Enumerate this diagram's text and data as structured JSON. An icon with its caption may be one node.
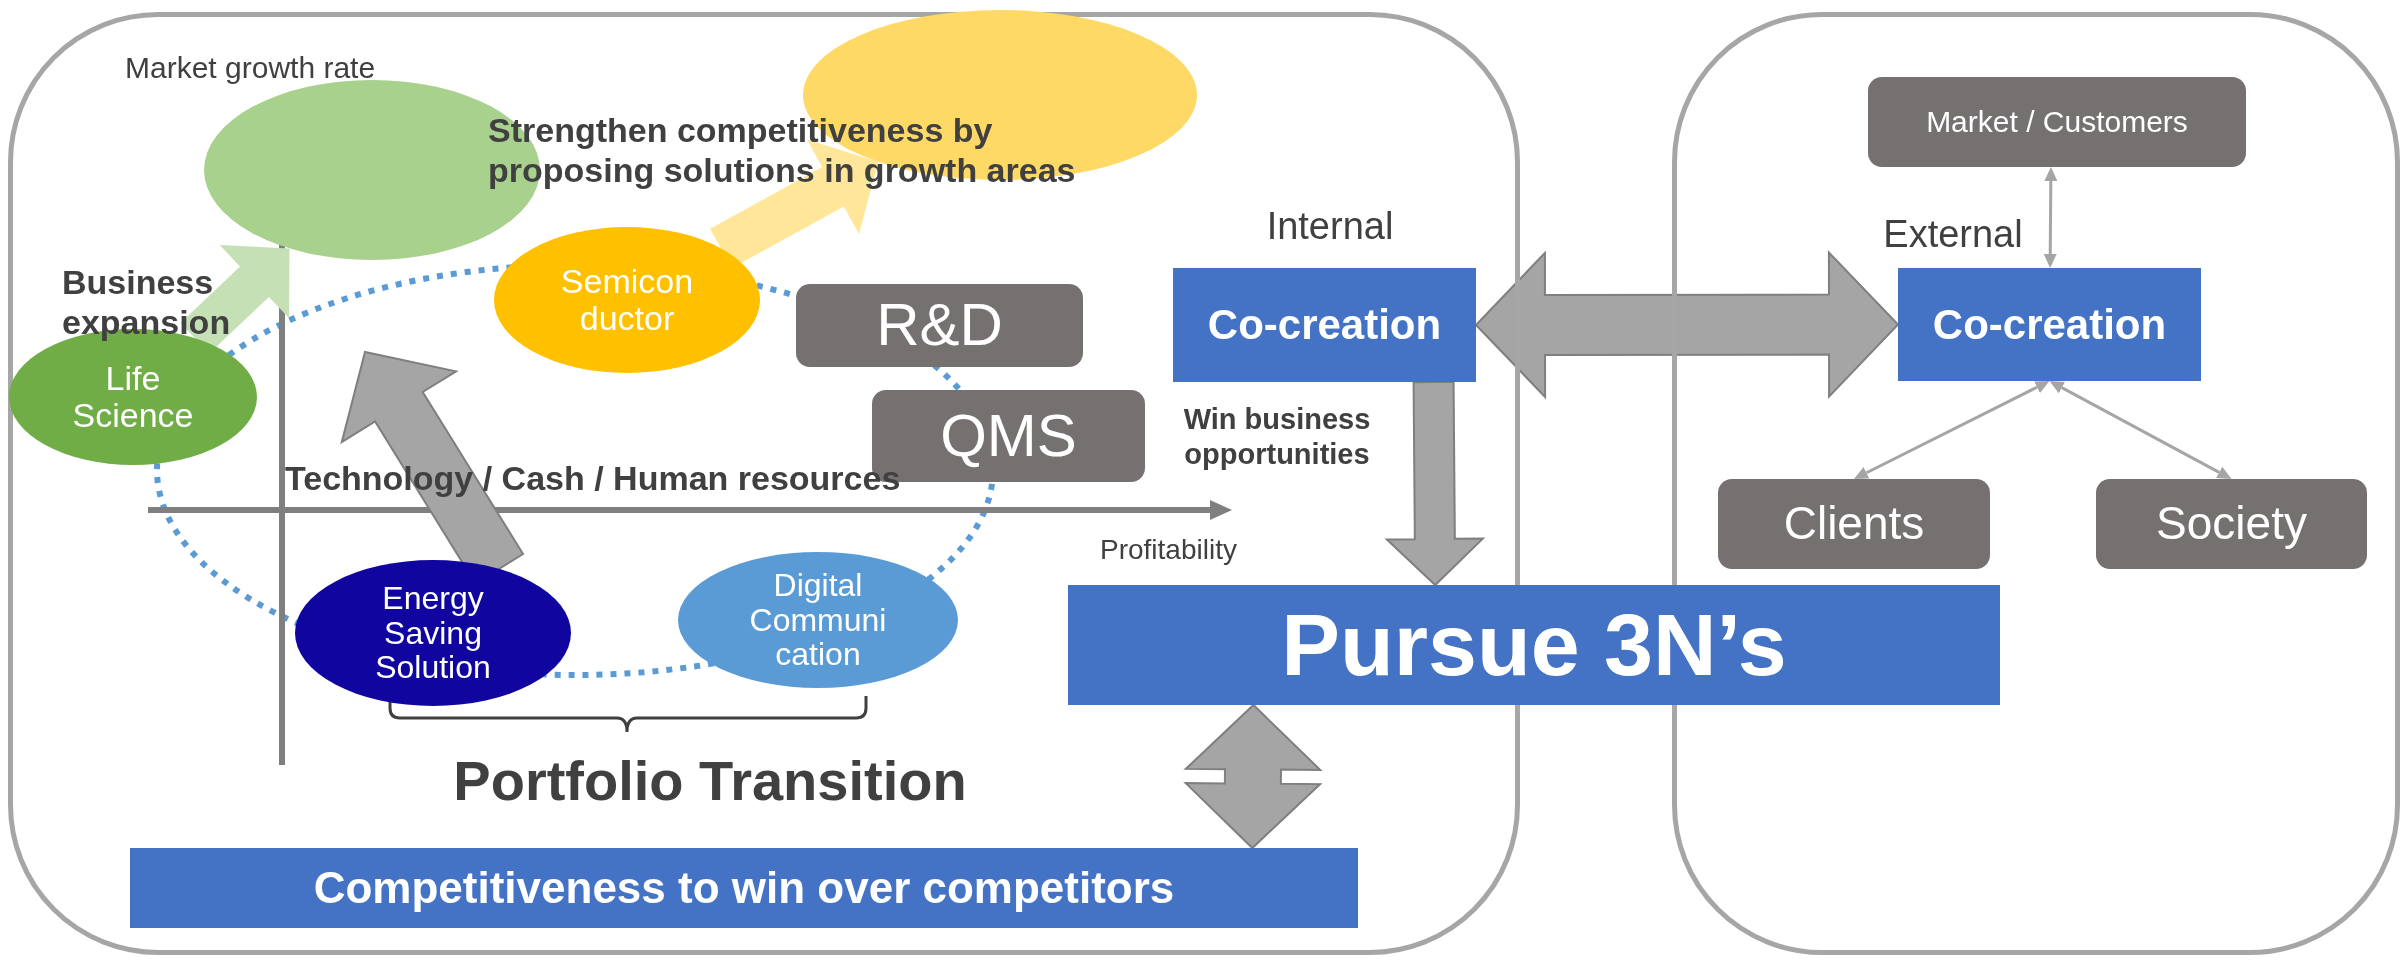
{
  "diagram": {
    "nodes": [
      {
        "text": [],
        "shape": "box"
      },
      {
        "text": [],
        "shape": "box"
      },
      {
        "text": [],
        "shape": "ellipse",
        "in": 0
      },
      {
        "text": [],
        "shape": "ellipse",
        "in": 0
      },
      {
        "text": [
          "Life Science"
        ],
        "in": 0
      },
      {
        "text": [
          "Semicon ductor"
        ],
        "in": 0
      },
      {
        "text": [
          "R&D"
        ],
        "in": 0
      },
      {
        "text": [
          "QMS"
        ],
        "in": 0
      },
      {
        "text": [
          "Energy Saving Solution"
        ],
        "in": 0
      },
      {
        "text": [
          "Digital Communi cation"
        ],
        "in": 0
      },
      {
        "text": [
          "Competitiveness to win over competitors"
        ],
        "in": 0
      },
      {
        "text": [
          "Co-creation"
        ],
        "beside": [
          "Internal"
        ],
        "in": 0
      },
      {
        "text": [
          "Pursue 3N’s"
        ]
      },
      {
        "text": [
          "Market / Customers"
        ],
        "in": 1
      },
      {
        "text": [
          "Co-creation"
        ],
        "beside": [
          "External"
        ],
        "in": 1
      },
      {
        "text": [
          "Clients"
        ],
        "in": 1
      },
      {
        "text": [
          "Society"
        ],
        "in": 1
      }
    ],
    "edges": [
      {
        "from": 4,
        "to": 2,
        "arrow": "to",
        "style": "thick",
        "color": "#c5e0b4"
      },
      {
        "from": 5,
        "to": 3,
        "arrow": "to",
        "style": "thick",
        "color": "#ffe699"
      },
      {
        "from": 11,
        "to": 14,
        "arrow": "both",
        "style": "thick"
      },
      {
        "from": 11,
        "to": 12,
        "arrow": "to",
        "style": "thick",
        "label": "Win business opportunities"
      },
      {
        "from": 12,
        "to": 10,
        "arrow": "both",
        "style": "thick"
      },
      {
        "from": 13,
        "to": 14,
        "arrow": "both"
      },
      {
        "from": 14,
        "to": 15,
        "arrow": "both"
      },
      {
        "from": 14,
        "to": 16,
        "arrow": "both"
      },
      {
        "from": 8,
        "to": null,
        "arrow": "to",
        "style": "thick"
      }
    ],
    "labels": [
      "Market growth rate",
      "Business expansion",
      "Strengthen competitiveness by proposing solutions in growth areas",
      "Technology / Cash / Human resources",
      "Profitability",
      "Portfolio Transition"
    ]
  }
}
